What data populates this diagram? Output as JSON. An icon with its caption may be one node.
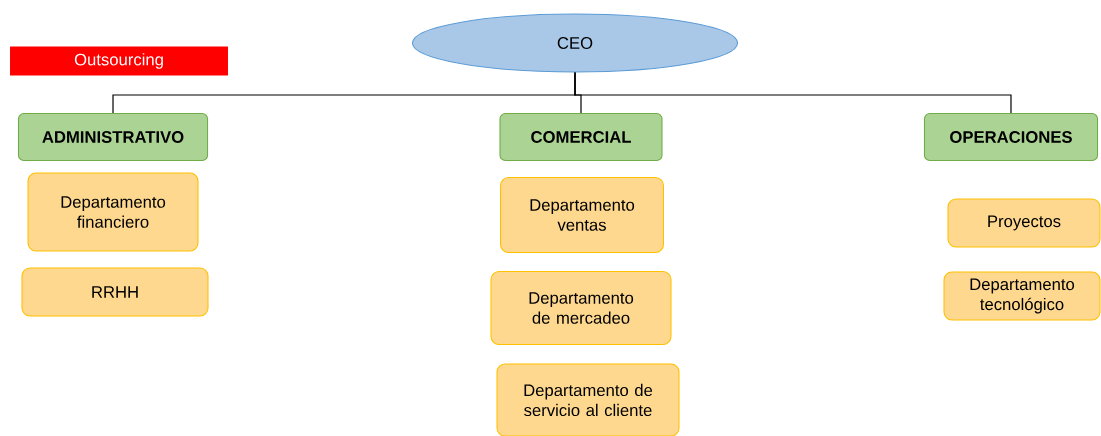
{
  "diagram": {
    "nodes": [
      {
        "text": [
          "CEO"
        ]
      },
      {
        "text": [
          "Outsourcing"
        ]
      },
      {
        "text": [
          "ADMINISTRATIVO"
        ]
      },
      {
        "text": [
          "COMERCIAL"
        ]
      },
      {
        "text": [
          "OPERACIONES"
        ]
      },
      {
        "text": [
          "Departamento financiero"
        ]
      },
      {
        "text": [
          "RRHH"
        ]
      },
      {
        "text": [
          "Departamento ventas"
        ]
      },
      {
        "text": [
          "Departamento de mercadeo"
        ]
      },
      {
        "text": [
          "Departamento de servicio al cliente"
        ]
      },
      {
        "text": [
          "Proyectos"
        ]
      },
      {
        "text": [
          "Departamento tecnológico"
        ]
      }
    ],
    "edges": [
      {
        "from": 0,
        "to": 2,
        "arrow": "none"
      },
      {
        "from": 0,
        "to": 3,
        "arrow": "none"
      },
      {
        "from": 0,
        "to": 4,
        "arrow": "none"
      }
    ]
  }
}
